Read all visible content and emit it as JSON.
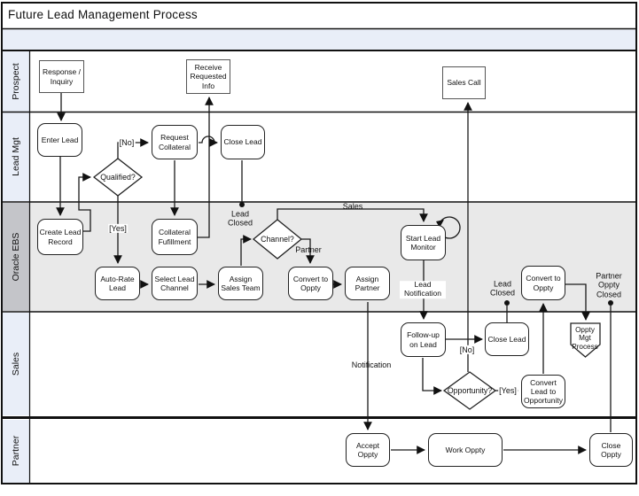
{
  "title": "Future Lead Management Process",
  "lanes": [
    {
      "label": "Prospect"
    },
    {
      "label": "Lead Mgt"
    },
    {
      "label": "Oracle EBS"
    },
    {
      "label": "Sales"
    },
    {
      "label": "Partner"
    }
  ],
  "nodes": {
    "response_inquiry": "Response / Inquiry",
    "receive_requested_info": "Receive Requested Info",
    "sales_call": "Sales Call",
    "enter_lead": "Enter Lead",
    "qualified": "Qualified?",
    "request_collateral": "Request Collateral",
    "close_lead_mgt": "Close Lead",
    "create_lead_record": "Create Lead Record",
    "collateral_fufillment": "Collateral Fufillment",
    "auto_rate_lead": "Auto-Rate Lead",
    "select_lead_channel": "Select Lead Channel",
    "assign_sales_team": "Assign Sales Team",
    "channel": "Channel?",
    "convert_to_oppty_partner": "Convert to Oppty",
    "assign_partner": "Assign Partner",
    "start_lead_monitor": "Start Lead Monitor",
    "convert_to_oppty_sales": "Convert to Oppty",
    "follow_up_on_lead": "Follow-up on Lead",
    "close_lead_sales": "Close Lead",
    "opportunity": "Opportunity?",
    "convert_lead_to_opportunity": "Convert Lead to Opportunity",
    "oppty_mgt_process": "Oppty Mgt Process",
    "accept_oppty": "Accept Oppty",
    "work_oppty": "Work Oppty",
    "close_oppty": "Close Oppty"
  },
  "edge_labels": {
    "no_qualified": "[No]",
    "yes_qualified": "[Yes]",
    "lead_closed_mgt": "Lead Closed",
    "sales_branch": "Sales",
    "partner_branch": "Partner",
    "lead_notification": "Lead Notification",
    "lead_closed_sales": "Lead Closed",
    "partner_oppty_closed": "Partner Oppty Closed",
    "no_opportunity": "[No]",
    "yes_opportunity": "[Yes]",
    "notification": "Notification"
  },
  "colors": {
    "lane_label_bg": "#e9eef8",
    "ebs_label_bg": "#c4c5c9",
    "ebs_body_bg": "#e9e9e9",
    "header_band_bg": "#e9eef8",
    "line": "#1a1a1a"
  }
}
